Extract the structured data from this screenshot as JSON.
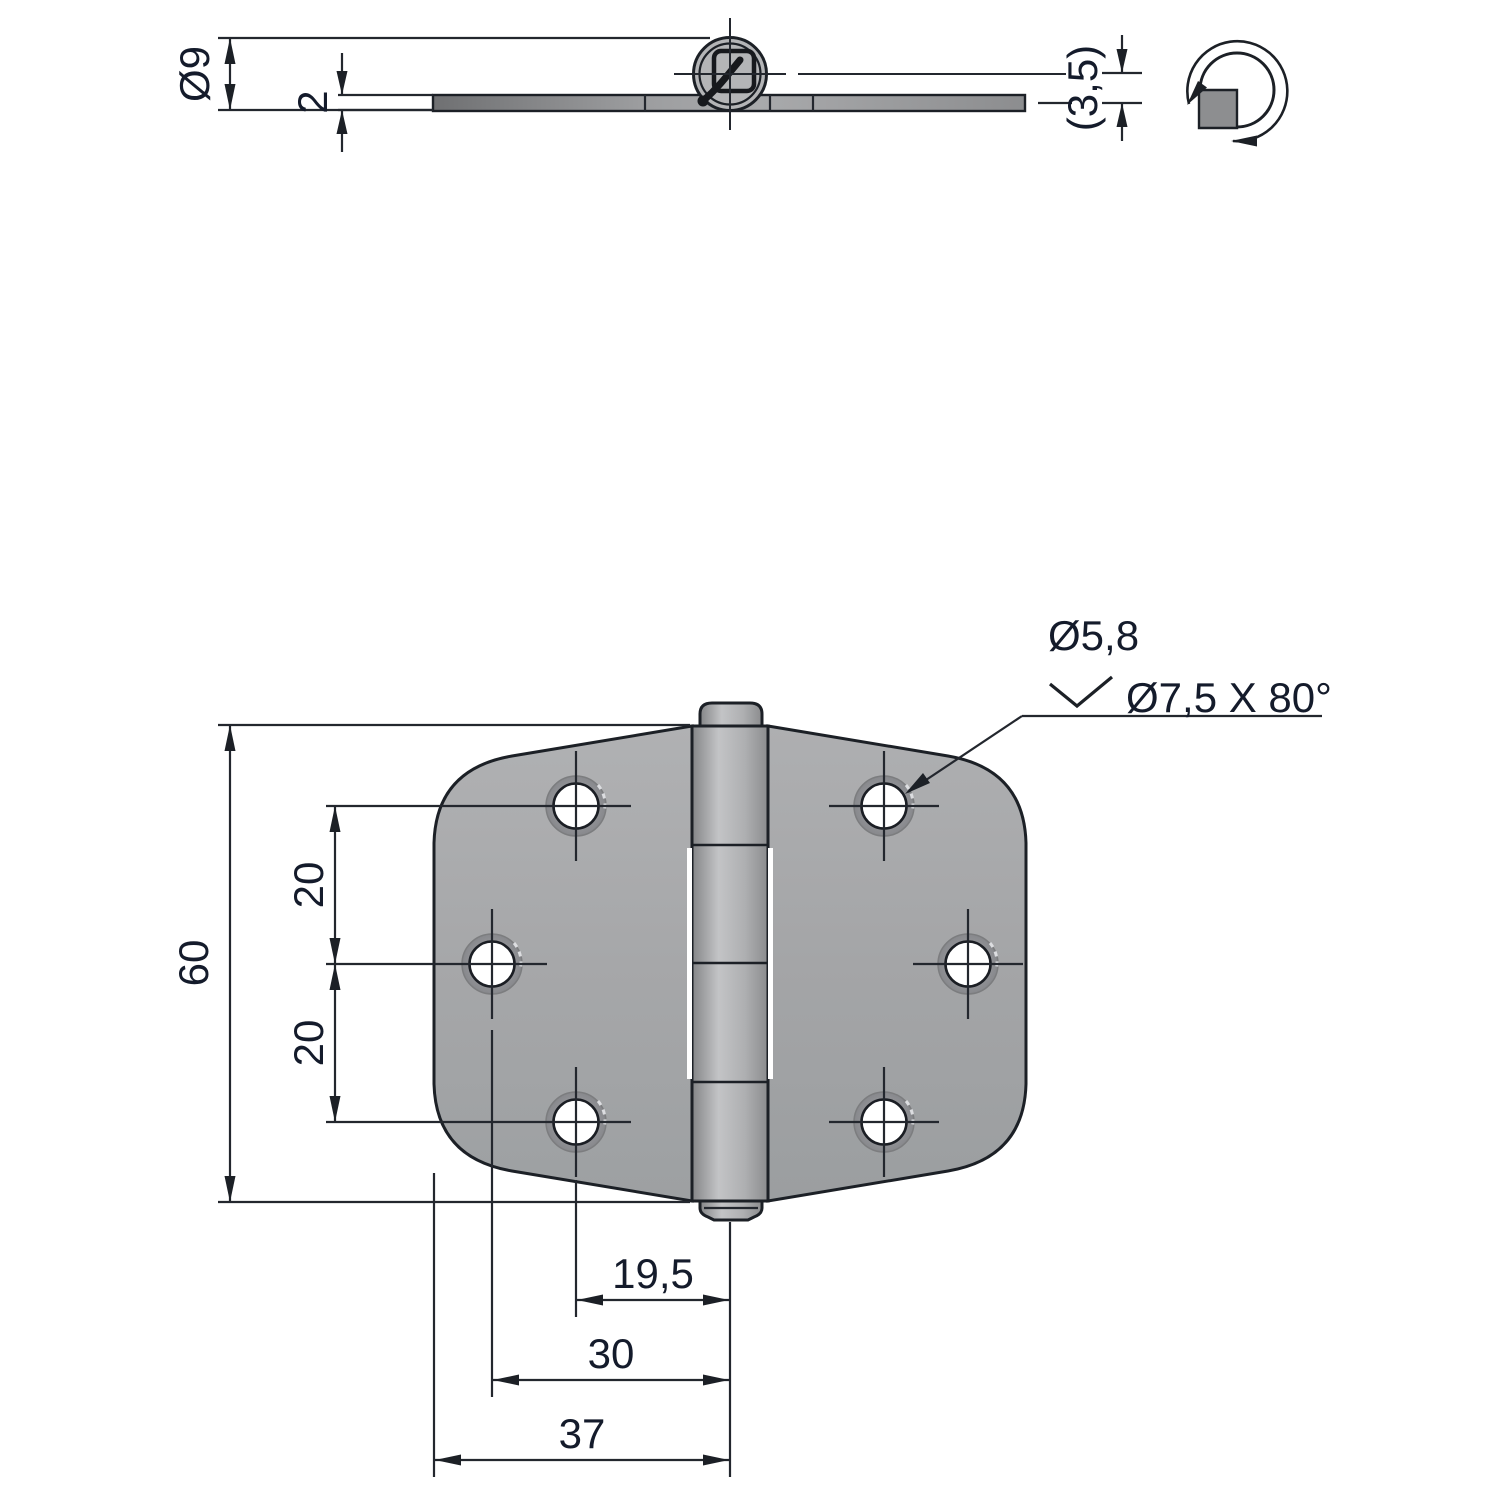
{
  "drawing": {
    "background": "#ffffff",
    "line_color": "#1c2026",
    "text_color": "#141b2b",
    "part_fill": "#a6a7a9",
    "side_view": {
      "pin_diameter_label": "Ø9",
      "leaf_thickness_label": "2",
      "pivot_offset_label": "(3,5)"
    },
    "front_view": {
      "height_label": "60",
      "hole_pitch_upper_label": "20",
      "hole_pitch_lower_label": "20",
      "hole_to_axis_label": "19,5",
      "mid_hole_to_axis_label": "30",
      "leaf_half_width_label": "37",
      "hole_callout": {
        "hole_diameter": "Ø5,8",
        "countersink": "Ø7,5 X 80°"
      }
    }
  }
}
